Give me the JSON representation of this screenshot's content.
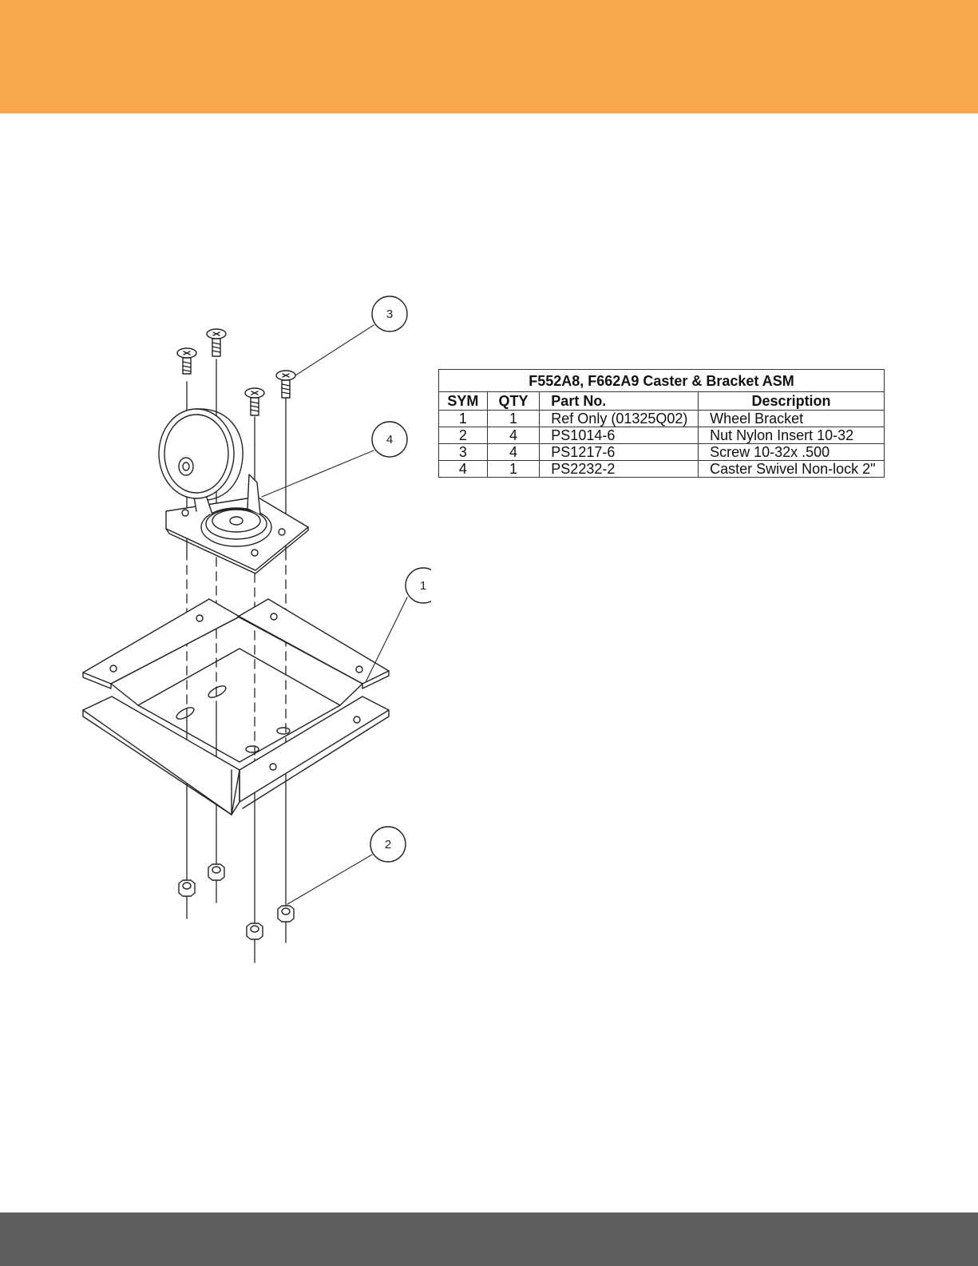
{
  "colors": {
    "header_band": "#f8a84c",
    "footer_band": "#5f5f5f"
  },
  "diagram": {
    "callouts": [
      {
        "sym": "3"
      },
      {
        "sym": "4"
      },
      {
        "sym": "1"
      },
      {
        "sym": "2"
      }
    ]
  },
  "parts_table": {
    "title": "F552A8, F662A9 Caster & Bracket ASM",
    "headers": {
      "sym": "SYM",
      "qty": "QTY",
      "part_no": "Part No.",
      "description": "Description"
    },
    "rows": [
      {
        "sym": "1",
        "qty": "1",
        "part_no": "Ref Only (01325Q02)",
        "description": "Wheel Bracket"
      },
      {
        "sym": "2",
        "qty": "4",
        "part_no": "PS1014-6",
        "description": "Nut Nylon Insert 10-32"
      },
      {
        "sym": "3",
        "qty": "4",
        "part_no": "PS1217-6",
        "description": "Screw 10-32x .500"
      },
      {
        "sym": "4",
        "qty": "1",
        "part_no": "PS2232-2",
        "description": "Caster Swivel Non-lock 2\""
      }
    ]
  }
}
